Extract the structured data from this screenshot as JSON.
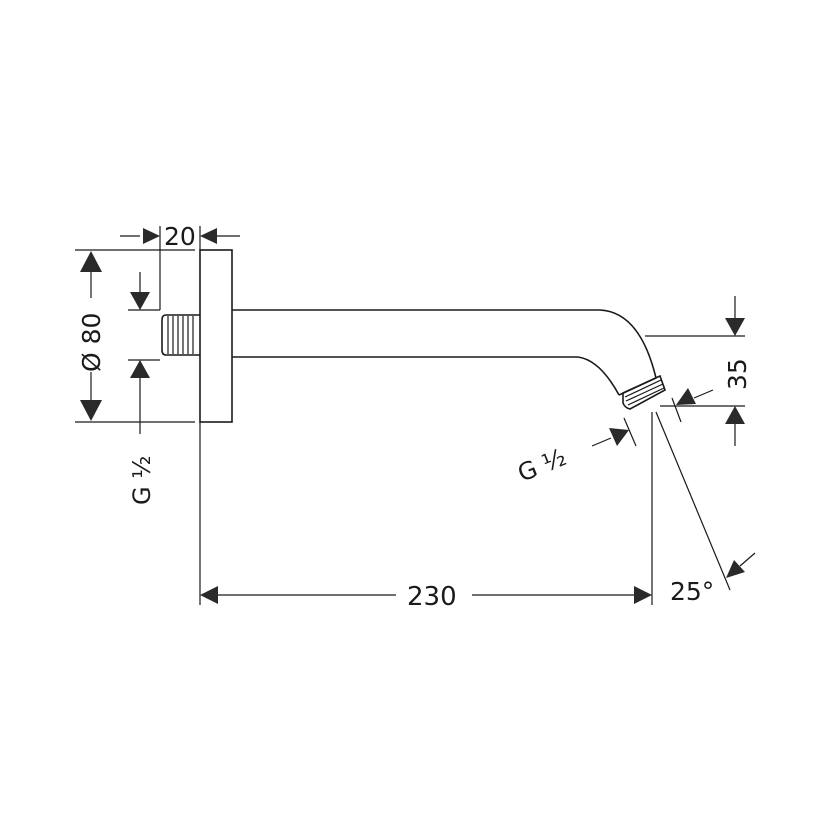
{
  "drawing": {
    "subject": "Shower arm with wall flange – dimensioned technical drawing",
    "line_color": "#1a1a1a",
    "background": "#ffffff",
    "dimensions": {
      "flange_depth": "20",
      "flange_diameter": "Ø 80",
      "wall_thread": "G ½",
      "arm_length": "230",
      "outlet_drop": "35",
      "outlet_thread": "G ½",
      "outlet_angle": "25°"
    }
  }
}
